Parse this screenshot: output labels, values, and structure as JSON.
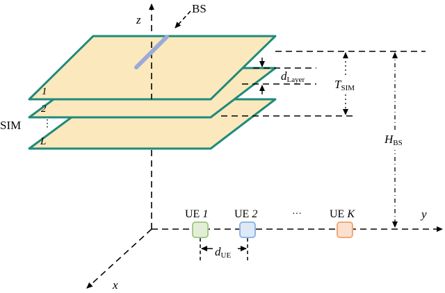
{
  "axes": {
    "x": "x",
    "y": "y",
    "z": "z"
  },
  "bs_label": "BS",
  "sim_label": "SIM",
  "layers": {
    "first": "1",
    "second": "2",
    "dots": "⋮",
    "last": "L"
  },
  "d_layer": {
    "main": "d",
    "sub": "Layer"
  },
  "t_sim": {
    "main": "T",
    "sub": "SIM"
  },
  "h_bs": {
    "main": "H",
    "sub": "BS"
  },
  "ue_items": [
    {
      "prefix": "UE ",
      "index": "1",
      "color": "#a6c98a",
      "fill": "#e2efd6"
    },
    {
      "prefix": "UE ",
      "index": "2",
      "color": "#8fb7e2",
      "fill": "#dde9f7"
    },
    {
      "prefix": "UE ",
      "index": "K",
      "color": "#eeaa7a",
      "fill": "#fbe0cd"
    }
  ],
  "ue_dots": "···",
  "d_ue": {
    "main": "d",
    "sub": "UE"
  },
  "colors": {
    "layer_fill": "#fbe8bd",
    "layer_stroke": "#1f8a7a",
    "antenna": "#9aabd8"
  }
}
